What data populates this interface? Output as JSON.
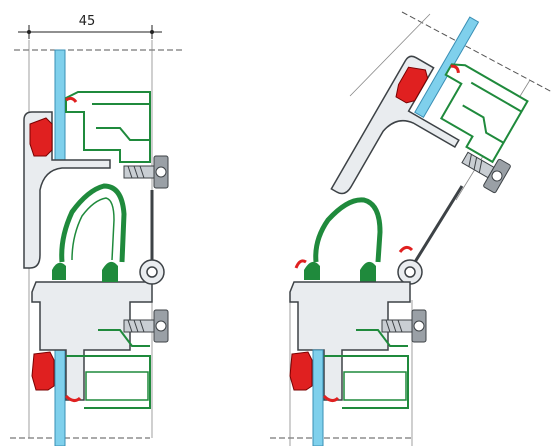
{
  "dimension": {
    "label": "45"
  },
  "colors": {
    "glass": "#7fd0ec",
    "glass_edge": "#3a8fb5",
    "gasket": "#e02020",
    "thermal_break": "#1f8a3c",
    "thermal_fill": "#ffffff",
    "aluminum_fill": "#e9ecef",
    "aluminum_edge": "#3d4246",
    "screw": "#9aa0a6",
    "dashed_line": "#555555"
  },
  "views": [
    {
      "state": "closed"
    },
    {
      "state": "open"
    }
  ],
  "icons": {
    "screw": "screw-icon",
    "hinge": "hinge-icon"
  }
}
